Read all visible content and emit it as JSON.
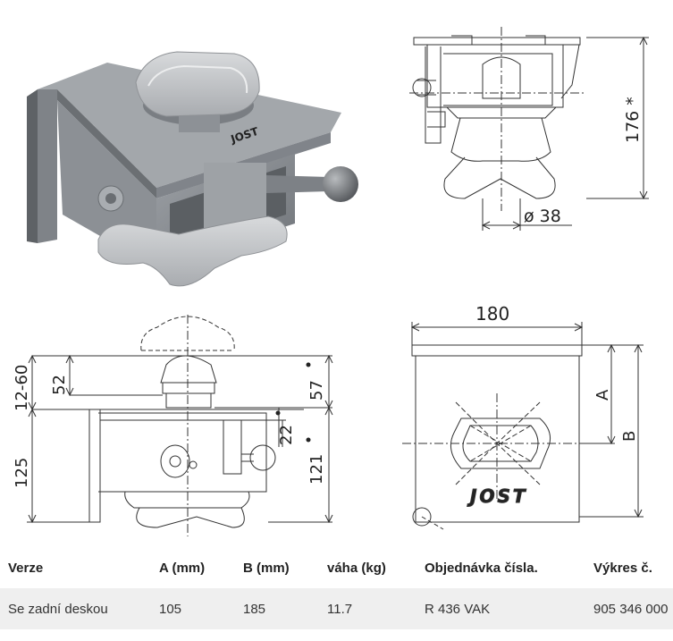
{
  "dimensions": {
    "top_view_height": "176 *",
    "top_view_diameter": "ø 38",
    "side_range": "12-60",
    "side_52": "52",
    "side_57": "57",
    "side_22": "22",
    "side_125": "125",
    "side_121": "121",
    "front_width": "180",
    "front_a": "A",
    "front_b": "B"
  },
  "logo": "JOST",
  "table": {
    "headers": [
      "Verze",
      "A (mm)",
      "B (mm)",
      "váha (kg)",
      "Objednávka čísla.",
      "Výkres č."
    ],
    "rows": [
      [
        "Se zadní deskou",
        "105",
        "185",
        "11.7",
        "R 436 VAK",
        "905 346 000"
      ]
    ]
  },
  "colors": {
    "product_body": "#8a8e93",
    "product_light": "#bfc2c5",
    "line": "#333333",
    "table_row_bg": "#efefef"
  }
}
